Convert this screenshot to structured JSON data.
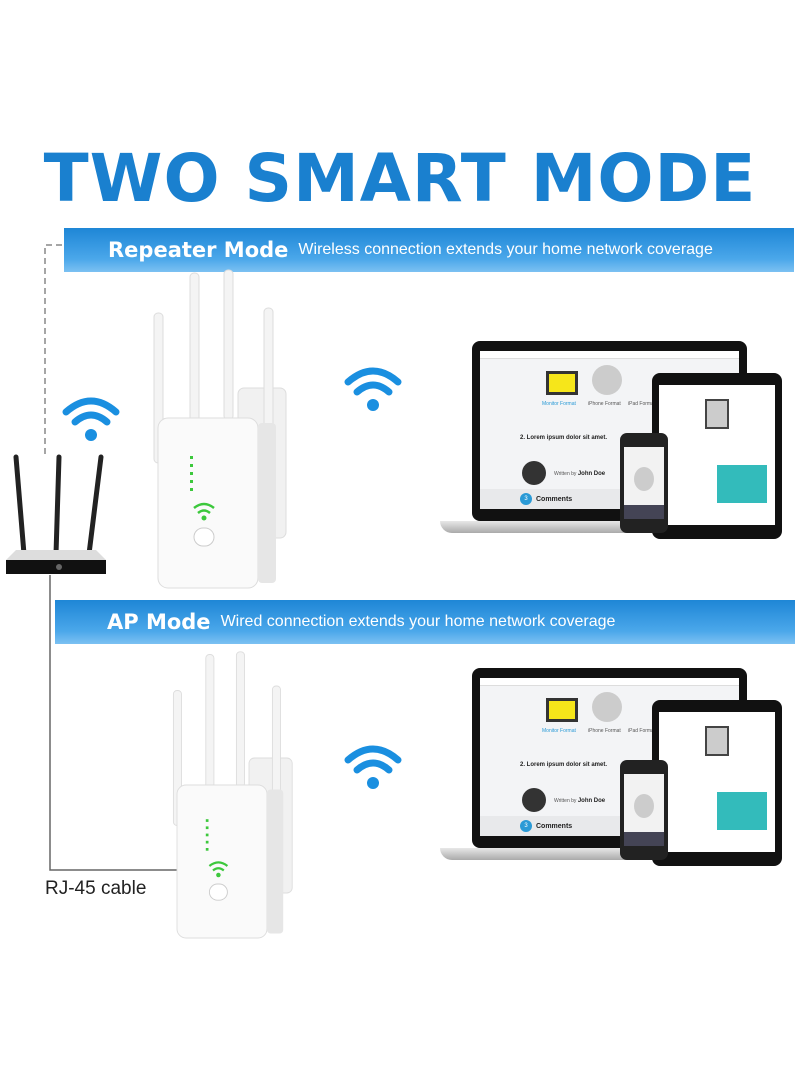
{
  "title": "TWO SMART MODE",
  "repeater_mode": {
    "label": "Repeater Mode",
    "description": "Wireless connection extends your home network coverage"
  },
  "ap_mode": {
    "label": "AP Mode",
    "description": "Wired connection extends your home network coverage"
  },
  "cable_label": "RJ-45 cable",
  "screen": {
    "monitor": "Monitor Format",
    "iphone": "iPhone Format",
    "ipad": "iPad Format",
    "heading": "2. Lorem ipsum dolor sit amet.",
    "written_by": "Written by",
    "author": "John Doe",
    "comments_count": "3",
    "comments": "Comments"
  },
  "colors": {
    "brand_blue": "#1a80cf",
    "wifi_blue": "#1a8fe0",
    "led_green": "#3cc83c"
  },
  "icons": [
    "wifi-icon",
    "router",
    "wifi-repeater",
    "laptop",
    "tablet",
    "smartphone"
  ]
}
